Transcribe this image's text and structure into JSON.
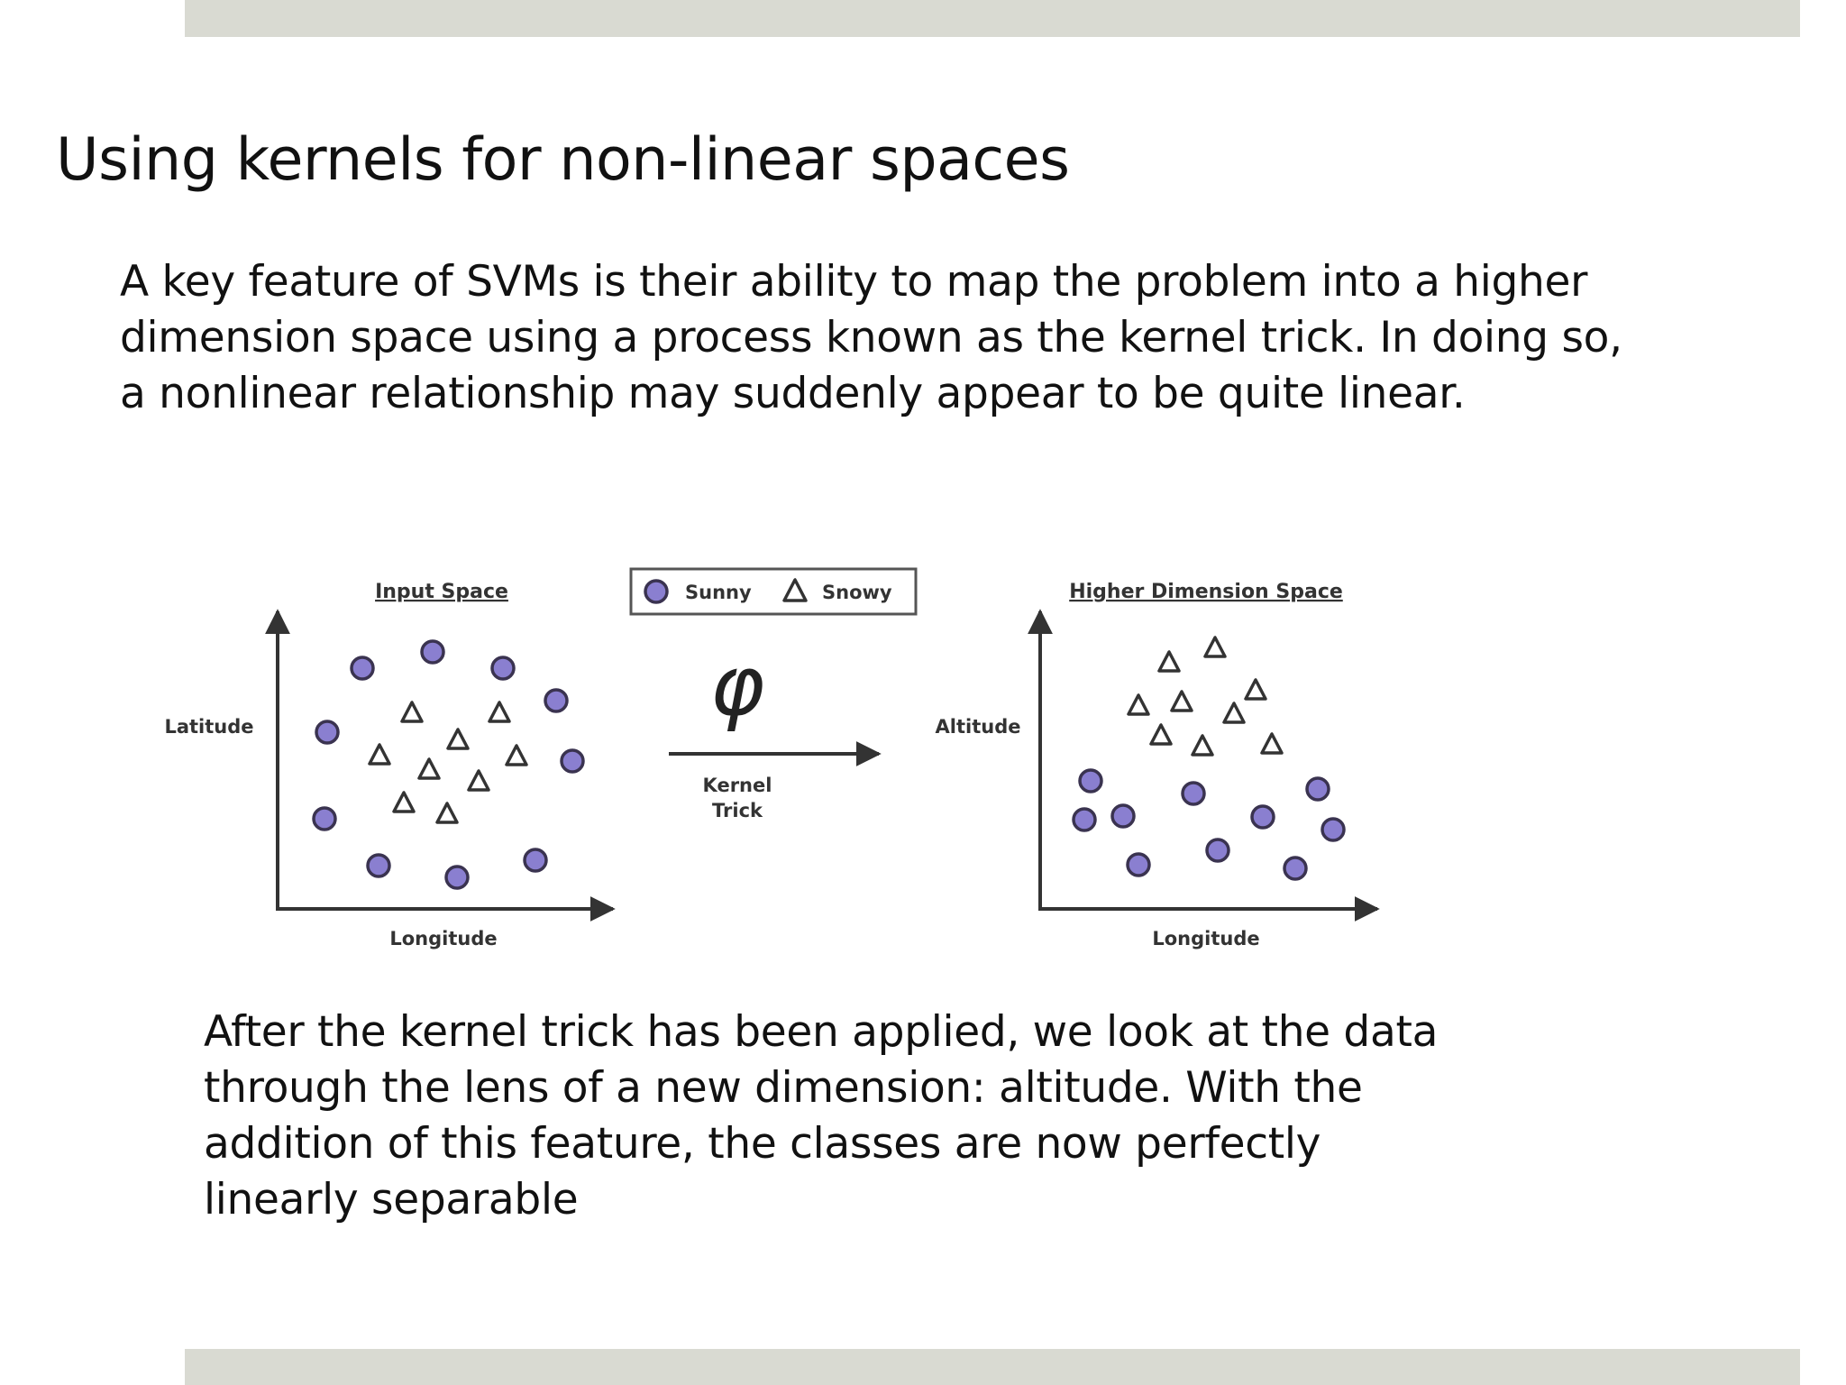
{
  "slide": {
    "title": "Using kernels for non-linear spaces",
    "intro": " A key feature of SVMs is their ability to map the problem into a higher\ndimension space using a process known as the kernel trick. In doing so,\na nonlinear relationship may suddenly appear to be quite linear.",
    "caption": "After the kernel trick has been applied, we look at the data\nthrough the lens of a new dimension: altitude. With the\naddition of this feature, the classes are now perfectly\nlinearly separable"
  },
  "figure": {
    "legend": {
      "sunny": "Sunny",
      "snowy": "Snowy"
    },
    "left_panel": {
      "title": "Input Space",
      "xlabel": "Longitude",
      "ylabel": "Latitude"
    },
    "right_panel": {
      "title": "Higher Dimension Space",
      "xlabel": "Longitude",
      "ylabel": "Altitude"
    },
    "transform": {
      "symbol": "φ",
      "label_line1": "Kernel",
      "label_line2": "Trick"
    },
    "colors": {
      "sunny_fill": "#8a7fd0",
      "sunny_stroke": "#3a3350",
      "snowy_stroke": "#333333",
      "axis": "#333333"
    }
  }
}
